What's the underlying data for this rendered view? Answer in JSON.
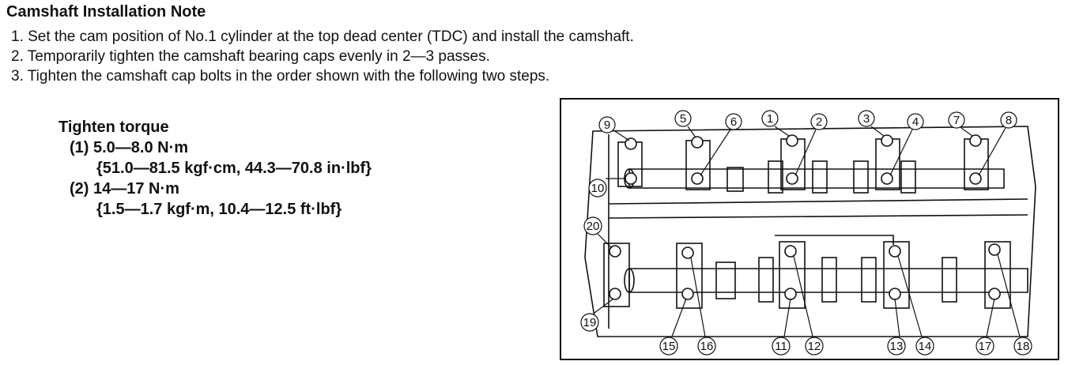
{
  "heading": "Camshaft Installation Note",
  "steps": [
    "1. Set the cam position of No.1 cylinder at the top dead center (TDC) and install the camshaft.",
    "2. Temporarily tighten the camshaft bearing caps evenly in 2—3 passes.",
    "3. Tighten the camshaft cap bolts in the order shown with the following two steps."
  ],
  "torque": {
    "title": "Tighten torque",
    "step1_label": "(1) 5.0—8.0 N·m",
    "step1_alt": "{51.0—81.5 kgf·cm, 44.3—70.8 in·lbf}",
    "step2_label": "(2) 14—17 N·m",
    "step2_alt": "{1.5—1.7 kgf·m, 10.4—12.5 ft·lbf}"
  },
  "figure": {
    "callouts": [
      "1",
      "2",
      "3",
      "4",
      "5",
      "6",
      "7",
      "8",
      "9",
      "10",
      "11",
      "12",
      "13",
      "14",
      "15",
      "16",
      "17",
      "18",
      "19",
      "20"
    ]
  }
}
